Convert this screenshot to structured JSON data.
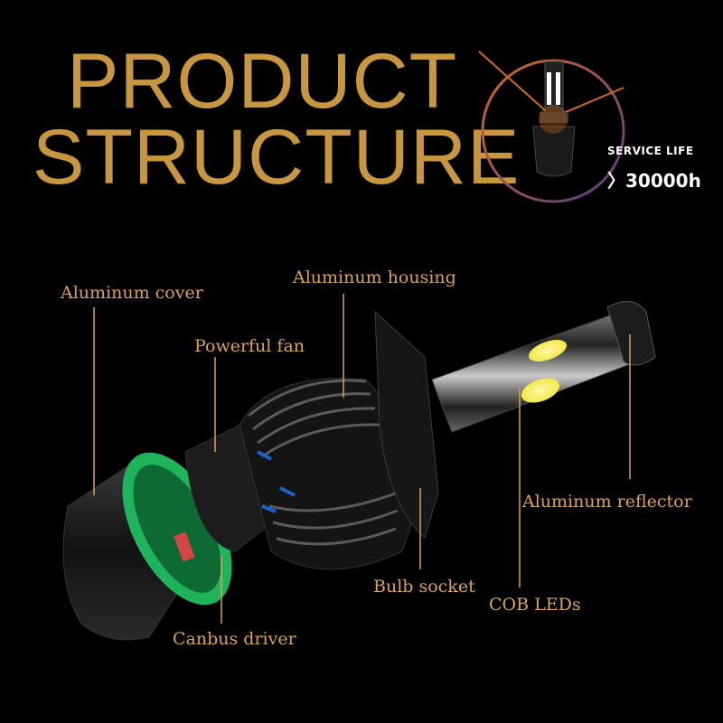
{
  "header": {
    "title_line1": "PRODUCT",
    "title_line2": "STRUCTURE"
  },
  "badge": {
    "label": "SERVICE LIFE",
    "value": "〉30000h"
  },
  "callouts": {
    "aluminum_cover": "Aluminum cover",
    "aluminum_housing": "Aluminum housing",
    "powerful_fan": "Powerful fan",
    "aluminum_reflector": "Aluminum reflector",
    "bulb_socket": "Bulb socket",
    "cob_leds": "COB LEDs",
    "canbus_driver": "Canbus driver"
  },
  "colors": {
    "background": "#000000",
    "accent_gold": "#c8963e",
    "label_gold": "#d9a457",
    "pcb_green": "#1fb35a",
    "led_yellow": "#f4e84a",
    "circle_orange": "#d2691e"
  }
}
